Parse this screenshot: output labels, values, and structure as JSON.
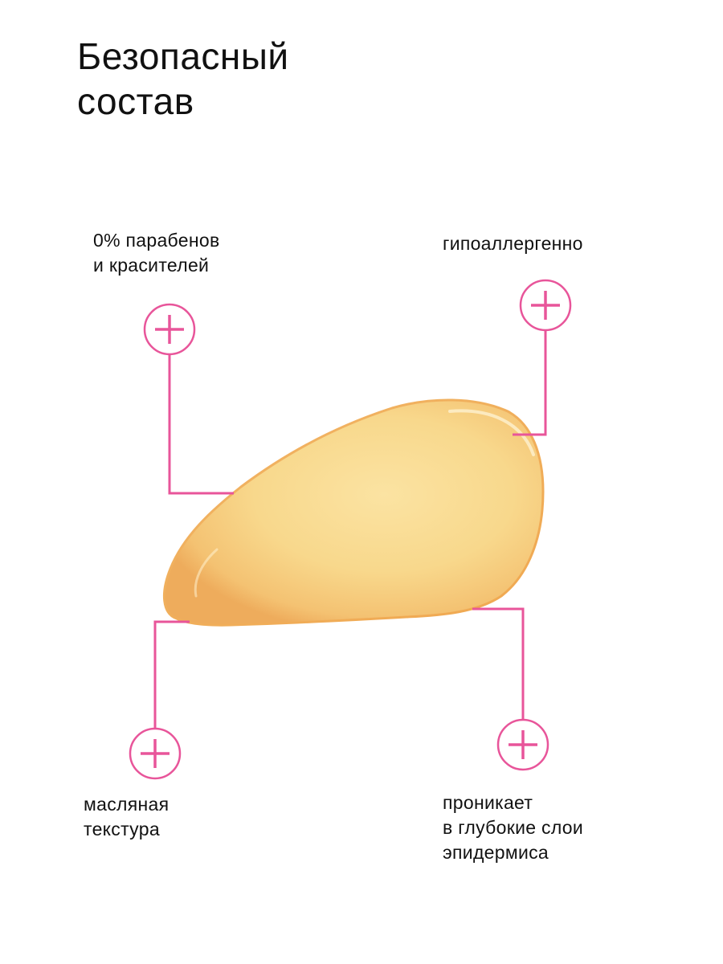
{
  "title": {
    "line1": "Безопасный",
    "line2": "состав"
  },
  "features": [
    {
      "line1": "0% парабенов",
      "line2": "и красителей",
      "icon": "plus-icon"
    },
    {
      "line1": "гипоаллергенно",
      "icon": "plus-icon"
    },
    {
      "line1": "масляная",
      "line2": "текстура",
      "icon": "plus-icon"
    },
    {
      "line1": "проникает",
      "line2": "в глубокие слои",
      "line3": "эпидермиса",
      "icon": "plus-icon"
    }
  ],
  "colors": {
    "accent": "#e8559a",
    "text": "#111111",
    "oil": "#f7d98a"
  }
}
